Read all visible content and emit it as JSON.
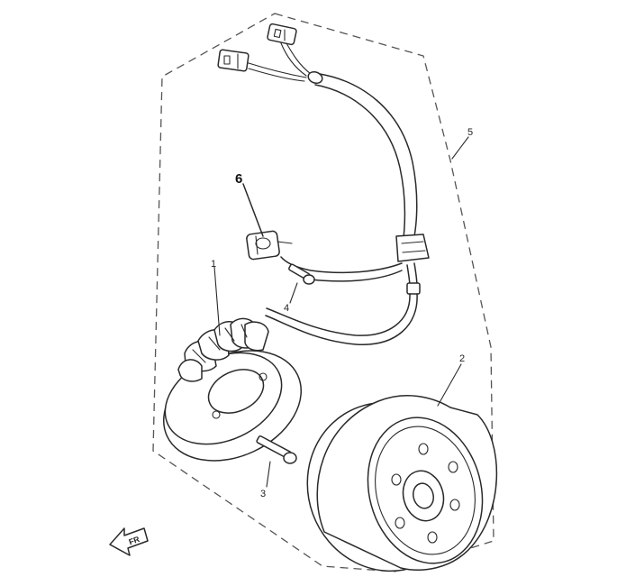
{
  "diagram": {
    "callouts": {
      "part1": "1",
      "part2": "2",
      "part3": "3",
      "part4": "4",
      "part5": "5",
      "part6": "6"
    },
    "direction_arrow_label": "FR",
    "colors": {
      "line": "#2a2a2a",
      "boundary": "#555555",
      "background": "#ffffff"
    },
    "icons": {
      "direction": "front-direction-arrow-icon"
    }
  }
}
